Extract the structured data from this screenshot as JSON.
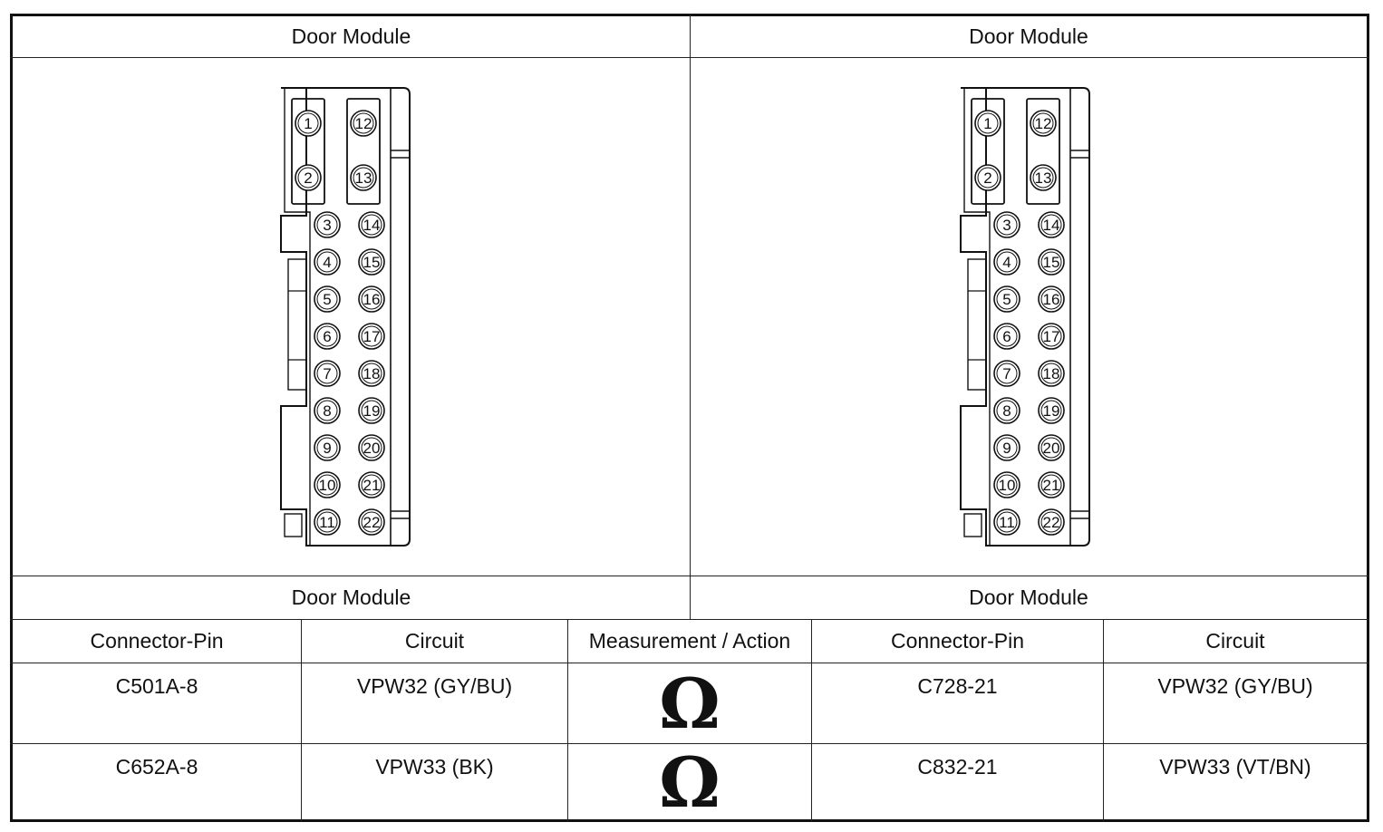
{
  "top_headers": {
    "left": "Door Module",
    "right": "Door Module"
  },
  "bottom_headers": {
    "left": "Door Module",
    "right": "Door Module"
  },
  "connector": {
    "pins_left_column": [
      "1",
      "2",
      "3",
      "4",
      "5",
      "6",
      "7",
      "8",
      "9",
      "10",
      "11"
    ],
    "pins_right_column": [
      "12",
      "13",
      "14",
      "15",
      "16",
      "17",
      "18",
      "19",
      "20",
      "21",
      "22"
    ]
  },
  "table": {
    "columns": [
      "Connector-Pin",
      "Circuit",
      "Measurement / Action",
      "Connector-Pin",
      "Circuit"
    ],
    "rows": [
      {
        "pin_a": "C501A-8",
        "circuit_a": "VPW32 (GY/BU)",
        "measurement_icon": "ohm-symbol",
        "measurement": "Ω",
        "pin_b": "C728-21",
        "circuit_b": "VPW32 (GY/BU)"
      },
      {
        "pin_a": "C652A-8",
        "circuit_a": "VPW33 (BK)",
        "measurement_icon": "ohm-symbol",
        "measurement": "Ω",
        "pin_b": "C832-21",
        "circuit_b": "VPW33 (VT/BN)"
      }
    ]
  }
}
